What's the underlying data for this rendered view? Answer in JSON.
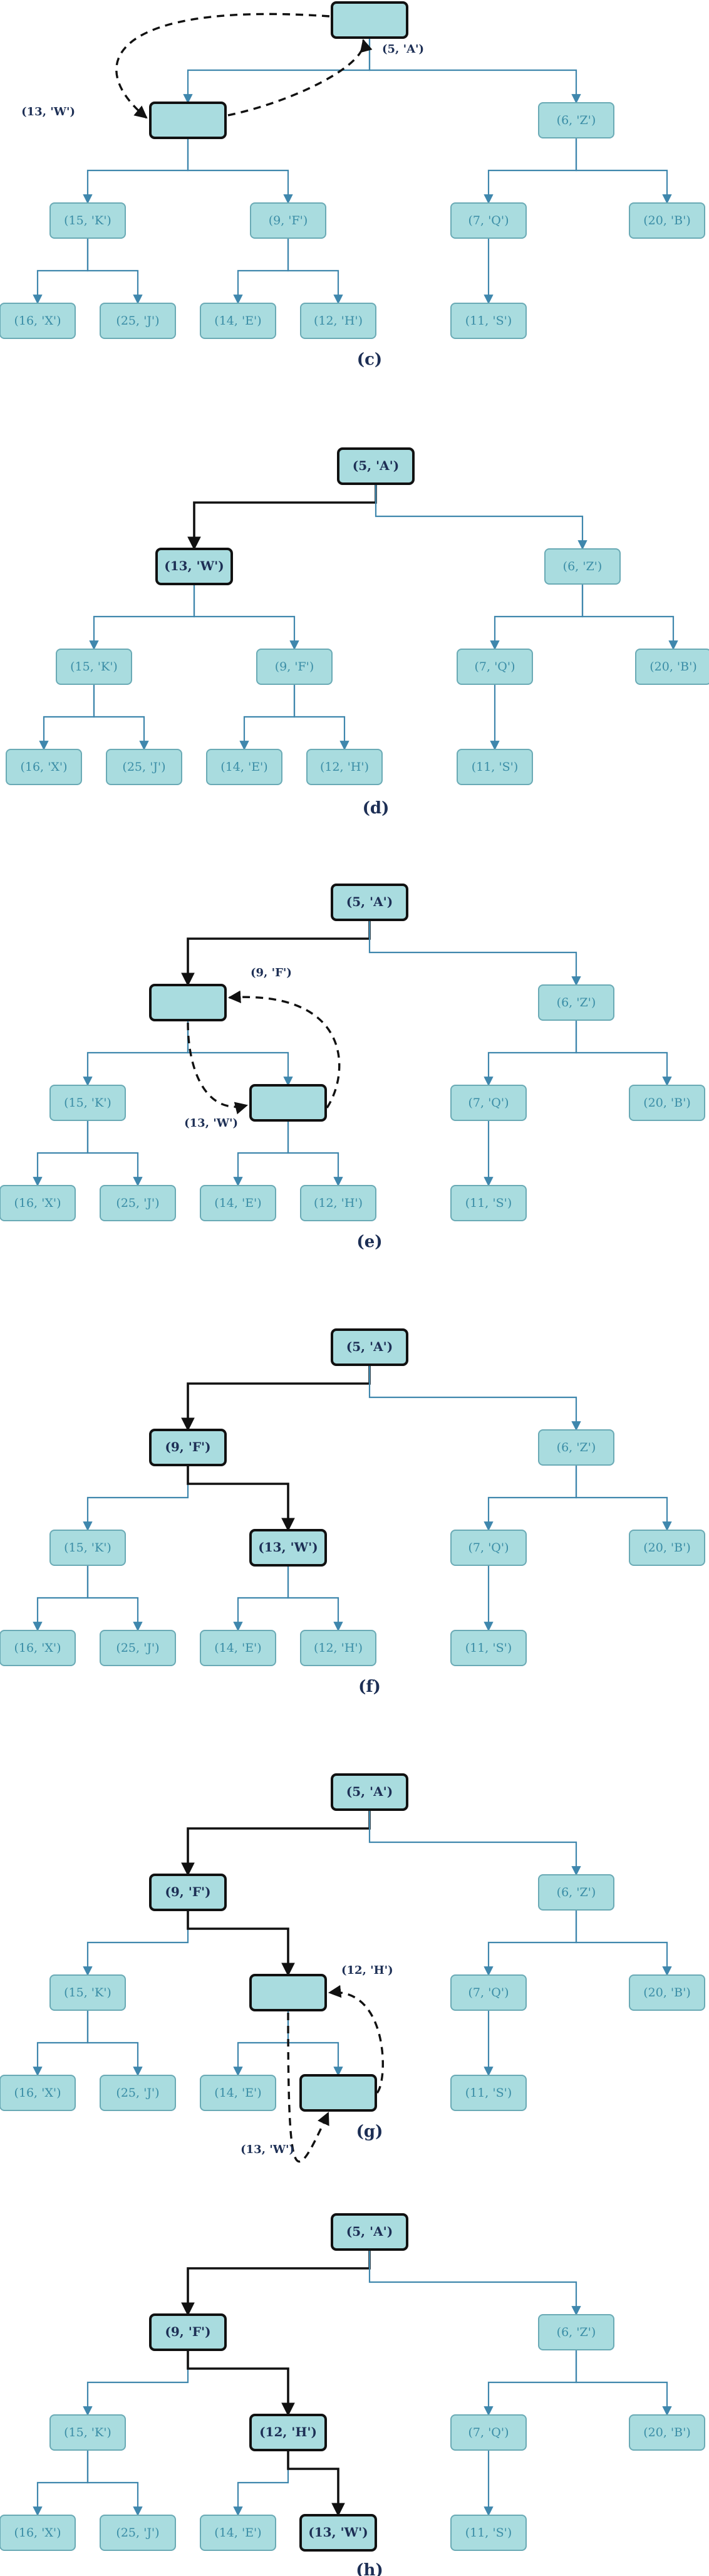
{
  "panels": [
    {
      "label": "(c)",
      "nodes": {
        "n0": "",
        "n1": "",
        "n2": "(6, 'Z')",
        "n3": "(15, 'K')",
        "n4": "(9, 'F')",
        "n5": "(7, 'Q')",
        "n6": "(20, 'B')",
        "n7": "(16, 'X')",
        "n8": "(25, 'J')",
        "n9": "(14, 'E')",
        "n10": "(12, 'H')",
        "n11": "(11, 'S')"
      },
      "bold_nodes": [
        "n0",
        "n1"
      ],
      "bold_edges": [],
      "swap": {
        "a": "n1",
        "b": "n0",
        "labels": [
          "(13, 'W')",
          "(5, 'A')"
        ]
      }
    },
    {
      "label": "(d)",
      "nodes": {
        "n0": "(5, 'A')",
        "n1": "(13, 'W')",
        "n2": "(6, 'Z')",
        "n3": "(15, 'K')",
        "n4": "(9, 'F')",
        "n5": "(7, 'Q')",
        "n6": "(20, 'B')",
        "n7": "(16, 'X')",
        "n8": "(25, 'J')",
        "n9": "(14, 'E')",
        "n10": "(12, 'H')",
        "n11": "(11, 'S')"
      },
      "bold_nodes": [
        "n0",
        "n1"
      ],
      "bold_edges": [
        "n0-n1"
      ],
      "swap": null
    },
    {
      "label": "(e)",
      "nodes": {
        "n0": "(5, 'A')",
        "n1": "",
        "n2": "(6, 'Z')",
        "n3": "(15, 'K')",
        "n4": "",
        "n5": "(7, 'Q')",
        "n6": "(20, 'B')",
        "n7": "(16, 'X')",
        "n8": "(25, 'J')",
        "n9": "(14, 'E')",
        "n10": "(12, 'H')",
        "n11": "(11, 'S')"
      },
      "bold_nodes": [
        "n0",
        "n1",
        "n4"
      ],
      "bold_edges": [
        "n0-n1"
      ],
      "swap": {
        "a": "n1",
        "b": "n4",
        "labels": [
          "(13, 'W')",
          "(9, 'F')"
        ]
      }
    },
    {
      "label": "(f)",
      "nodes": {
        "n0": "(5, 'A')",
        "n1": "(9, 'F')",
        "n2": "(6, 'Z')",
        "n3": "(15, 'K')",
        "n4": "(13, 'W')",
        "n5": "(7, 'Q')",
        "n6": "(20, 'B')",
        "n7": "(16, 'X')",
        "n8": "(25, 'J')",
        "n9": "(14, 'E')",
        "n10": "(12, 'H')",
        "n11": "(11, 'S')"
      },
      "bold_nodes": [
        "n0",
        "n1",
        "n4"
      ],
      "bold_edges": [
        "n0-n1",
        "n1-n4"
      ],
      "swap": null
    },
    {
      "label": "(g)",
      "nodes": {
        "n0": "(5, 'A')",
        "n1": "(9, 'F')",
        "n2": "(6, 'Z')",
        "n3": "(15, 'K')",
        "n4": "",
        "n5": "(7, 'Q')",
        "n6": "(20, 'B')",
        "n7": "(16, 'X')",
        "n8": "(25, 'J')",
        "n9": "(14, 'E')",
        "n10": "",
        "n11": "(11, 'S')"
      },
      "bold_nodes": [
        "n0",
        "n1",
        "n4",
        "n10"
      ],
      "bold_edges": [
        "n0-n1",
        "n1-n4"
      ],
      "swap": {
        "a": "n4",
        "b": "n10",
        "labels": [
          "(13, 'W')",
          "(12, 'H')"
        ]
      }
    },
    {
      "label": "(h)",
      "nodes": {
        "n0": "(5, 'A')",
        "n1": "(9, 'F')",
        "n2": "(6, 'Z')",
        "n3": "(15, 'K')",
        "n4": "(12, 'H')",
        "n5": "(7, 'Q')",
        "n6": "(20, 'B')",
        "n7": "(16, 'X')",
        "n8": "(25, 'J')",
        "n9": "(14, 'E')",
        "n10": "(13, 'W')",
        "n11": "(11, 'S')"
      },
      "bold_nodes": [
        "n0",
        "n1",
        "n4",
        "n10"
      ],
      "bold_edges": [
        "n0-n1",
        "n1-n4",
        "n4-n10"
      ],
      "swap": null
    }
  ],
  "colors": {
    "node_fill": "#a9dcdf",
    "node_border": "#6aaab5",
    "edge": "#3f87ad",
    "highlight": "#111111",
    "label_dark": "#1d2f55",
    "label_light": "#3a8da6"
  }
}
